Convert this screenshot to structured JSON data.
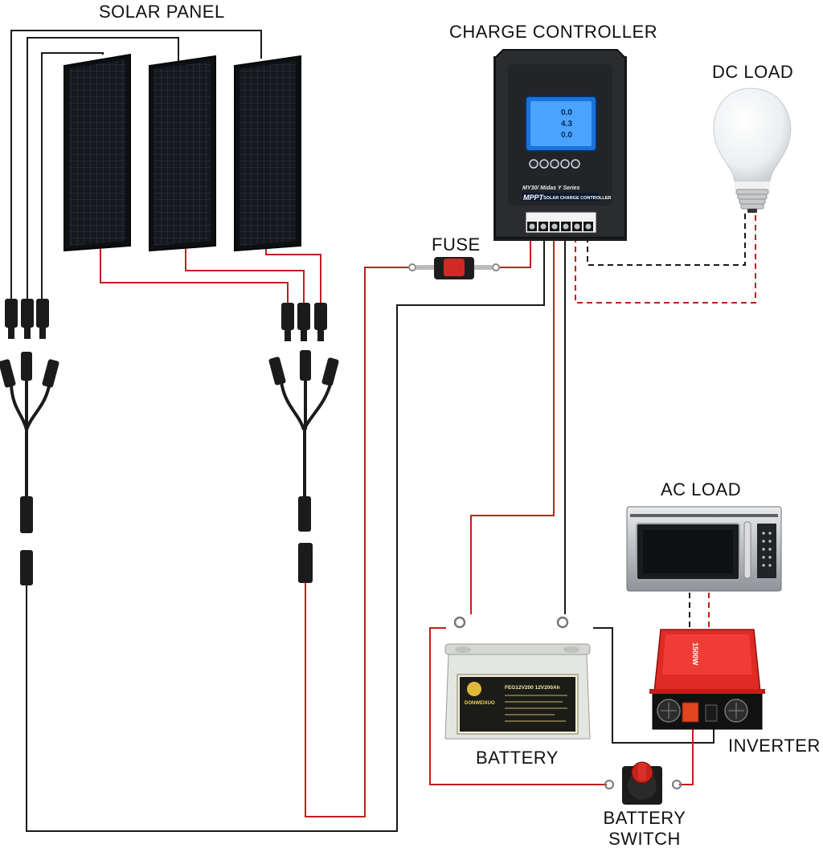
{
  "labels": {
    "solar_panel": "SOLAR PANEL",
    "charge_controller": "CHARGE CONTROLLER",
    "dc_load": "DC LOAD",
    "fuse": "FUSE",
    "ac_load": "AC LOAD",
    "battery": "BATTERY",
    "inverter": "INVERTER",
    "battery_switch_line1": "BATTERY",
    "battery_switch_line2": "SWITCH"
  },
  "controller": {
    "model": "MY30/ Midas Y Series",
    "badge": "MPPT",
    "subtitle": "SOLAR CHARGE CONTROLLER",
    "lcd_row1": "0.0",
    "lcd_row2": "4.3",
    "lcd_row3": "0.0"
  },
  "battery_face": {
    "brand": "DONWEIXUO",
    "model": "FEG12V200 12V200Ah"
  },
  "inverter_face": {
    "rating": "1500W"
  },
  "colors": {
    "positive_wire": "#c0201c",
    "negative_wire": "#1a1a1a",
    "panel": "#111418",
    "inverter": "#e02a24",
    "battery_case": "#e4e6e1"
  }
}
